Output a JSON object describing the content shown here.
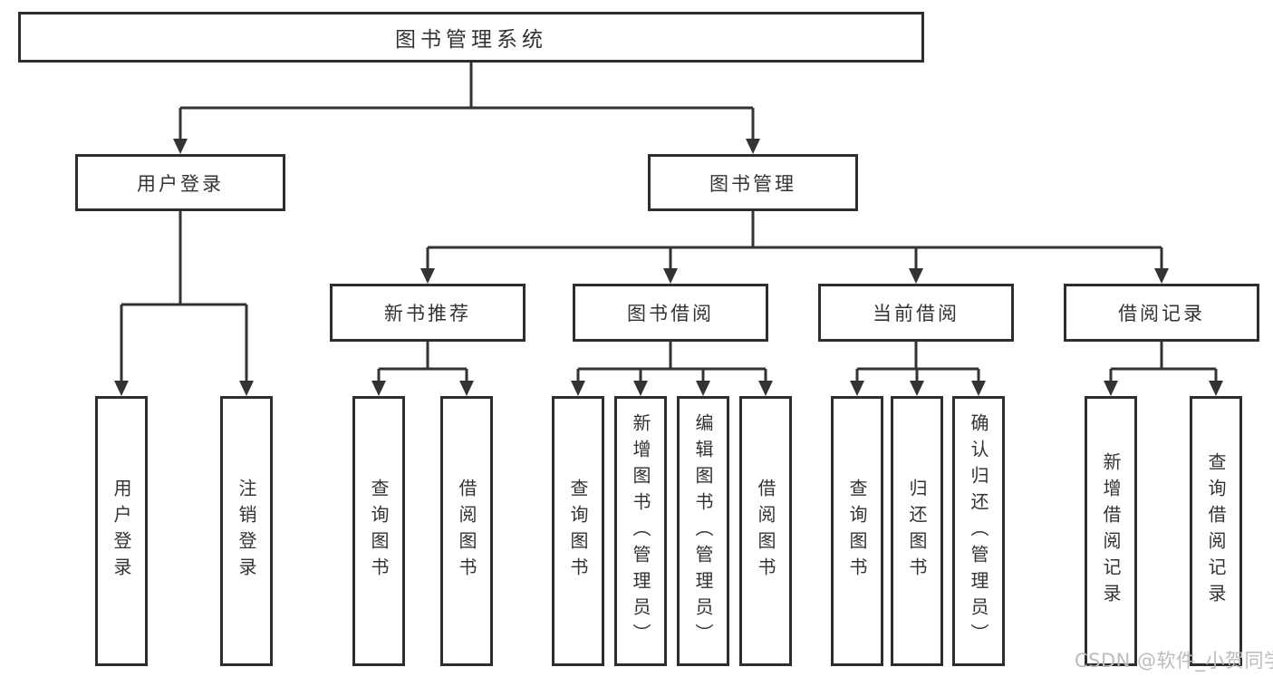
{
  "colors": {
    "line": "#333333",
    "box_border": "#2e2e2e",
    "text": "#333333",
    "watermark": "#bcbcbc",
    "background": "#ffffff"
  },
  "diagram": {
    "root": {
      "label": "图书管理系统"
    },
    "level1": [
      {
        "label": "用户登录"
      },
      {
        "label": "图书管理"
      }
    ],
    "level2": [
      {
        "label": "新书推荐"
      },
      {
        "label": "图书借阅"
      },
      {
        "label": "当前借阅"
      },
      {
        "label": "借阅记录"
      }
    ],
    "leaves": {
      "user_login": [
        {
          "label": "用户登录"
        },
        {
          "label": "注销登录"
        }
      ],
      "new_book_recommend": [
        {
          "label": "查询图书"
        },
        {
          "label": "借阅图书"
        }
      ],
      "book_borrow": [
        {
          "label": "查询图书"
        },
        {
          "label": "新增图书（管理员）"
        },
        {
          "label": "编辑图书（管理员）"
        },
        {
          "label": "借阅图书"
        }
      ],
      "current_borrow": [
        {
          "label": "查询图书"
        },
        {
          "label": "归还图书"
        },
        {
          "label": "确认归还（管理员）"
        }
      ],
      "borrow_records": [
        {
          "label": "新增借阅记录"
        },
        {
          "label": "查询借阅记录"
        }
      ]
    }
  },
  "watermark": {
    "text": "CSDN @软件_小贺同学"
  }
}
